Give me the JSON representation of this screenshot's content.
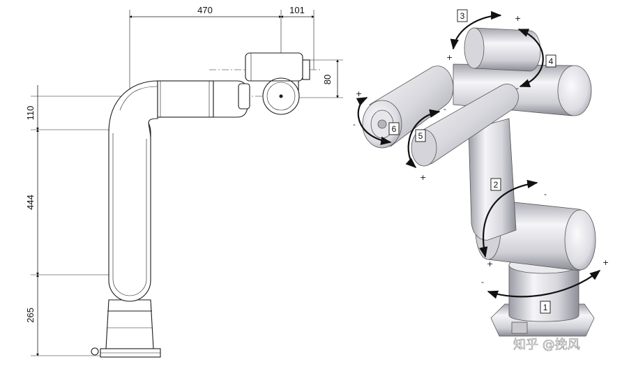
{
  "drawing": {
    "dimensions": {
      "top_reach": "470",
      "top_offset": "101",
      "wrist_height": "80",
      "upper_segment": "110",
      "middle_segment": "444",
      "base_height": "265"
    }
  },
  "render": {
    "joints": [
      "1",
      "2",
      "3",
      "4",
      "5",
      "6"
    ],
    "plus_sign": "+",
    "minus_sign": "-",
    "watermark": "知乎 @挽风"
  },
  "colors": {
    "line": "#1a1a1a",
    "metal_light": "#f4f4f6",
    "metal_mid": "#d9d9de",
    "metal_dark": "#a9a9b2",
    "arrow": "#1a1a1a"
  }
}
